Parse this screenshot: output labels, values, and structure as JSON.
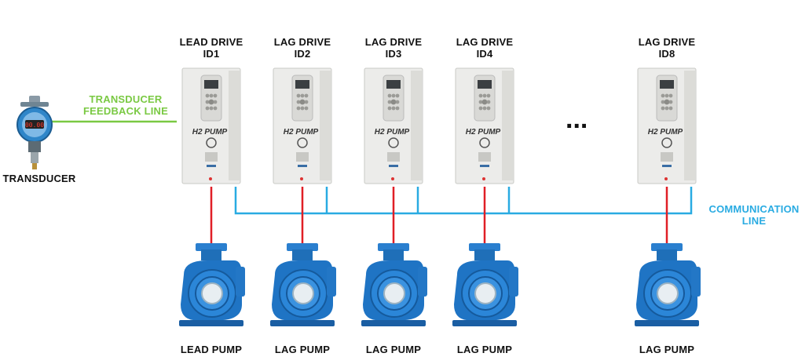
{
  "transducer": {
    "label": "TRANSDUCER",
    "readout": "00.00"
  },
  "feedback_line": {
    "line1": "TRANSDUCER",
    "line2": "FEEDBACK LINE"
  },
  "communication_line": {
    "line1": "COMMUNICATION",
    "line2": "LINE"
  },
  "ellipsis": "...",
  "drives": [
    {
      "title1": "LEAD DRIVE",
      "title2": "ID1",
      "brand": "H2 PUMP"
    },
    {
      "title1": "LAG DRIVE",
      "title2": "ID2",
      "brand": "H2 PUMP"
    },
    {
      "title1": "LAG DRIVE",
      "title2": "ID3",
      "brand": "H2 PUMP"
    },
    {
      "title1": "LAG DRIVE",
      "title2": "ID4",
      "brand": "H2 PUMP"
    },
    {
      "title1": "LAG DRIVE",
      "title2": "ID8",
      "brand": "H2 PUMP"
    }
  ],
  "pumps": [
    {
      "label": "LEAD PUMP"
    },
    {
      "label": "LAG PUMP"
    },
    {
      "label": "LAG PUMP"
    },
    {
      "label": "LAG PUMP"
    },
    {
      "label": "LAG PUMP"
    }
  ],
  "colors": {
    "feedback": "#7ac943",
    "communication": "#29abe2",
    "power": "#e01f26",
    "pump_body": "#1f74c4",
    "drive_body": "#eeeeea"
  }
}
